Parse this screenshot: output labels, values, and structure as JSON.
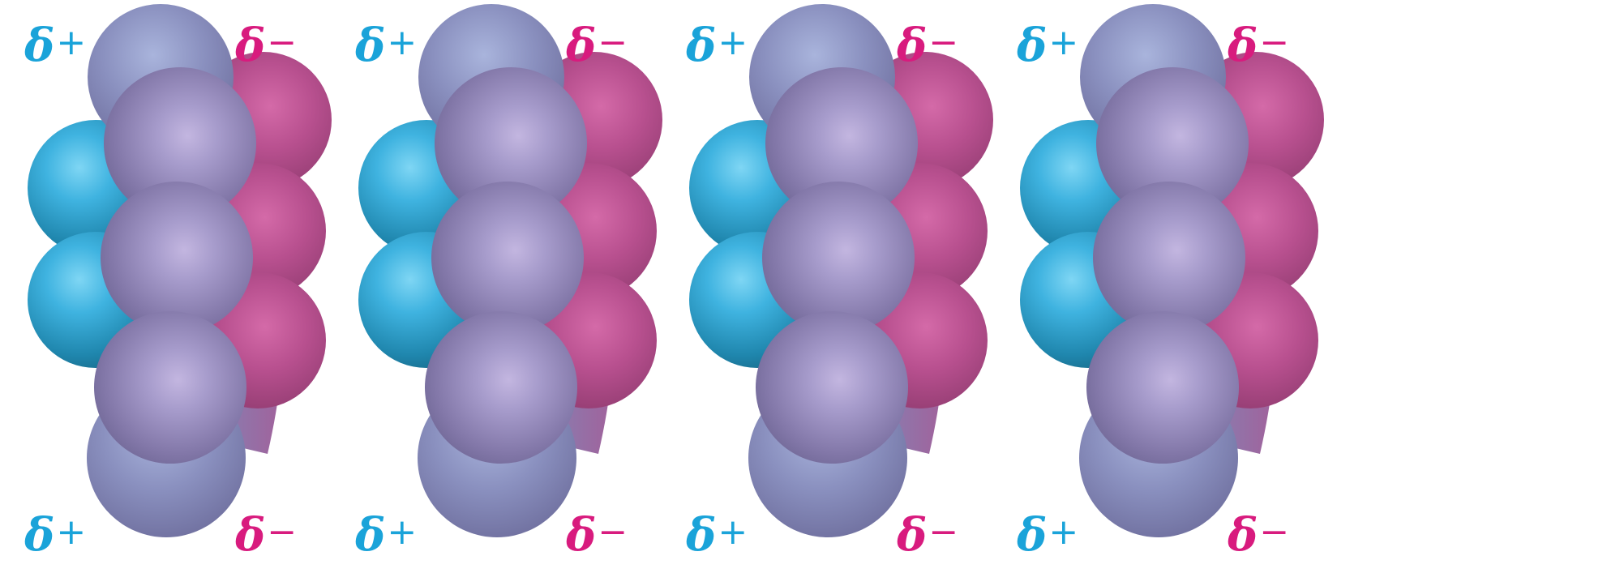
{
  "colors": {
    "positive": "#1aa3d9",
    "negative": "#d81b7e",
    "positive_atom": "#2aa6d2",
    "negative_atom": "#b5508f",
    "neutral_atom": "#8a86b6"
  },
  "molecules": [
    {
      "top_left_label": {
        "symbol": "δ",
        "sign": "+"
      },
      "top_right_label": {
        "symbol": "δ",
        "sign": "−"
      },
      "bottom_left_label": {
        "symbol": "δ",
        "sign": "+"
      },
      "bottom_right_label": {
        "symbol": "δ",
        "sign": "−"
      }
    },
    {
      "top_left_label": {
        "symbol": "δ",
        "sign": "+"
      },
      "top_right_label": {
        "symbol": "δ",
        "sign": "−"
      },
      "bottom_left_label": {
        "symbol": "δ",
        "sign": "+"
      },
      "bottom_right_label": {
        "symbol": "δ",
        "sign": "−"
      }
    },
    {
      "top_left_label": {
        "symbol": "δ",
        "sign": "+"
      },
      "top_right_label": {
        "symbol": "δ",
        "sign": "−"
      },
      "bottom_left_label": {
        "symbol": "δ",
        "sign": "+"
      },
      "bottom_right_label": {
        "symbol": "δ",
        "sign": "−"
      }
    },
    {
      "top_left_label": {
        "symbol": "δ",
        "sign": "+"
      },
      "top_right_label": {
        "symbol": "δ",
        "sign": "−"
      },
      "bottom_left_label": {
        "symbol": "δ",
        "sign": "+"
      },
      "bottom_right_label": {
        "symbol": "δ",
        "sign": "−"
      }
    }
  ]
}
